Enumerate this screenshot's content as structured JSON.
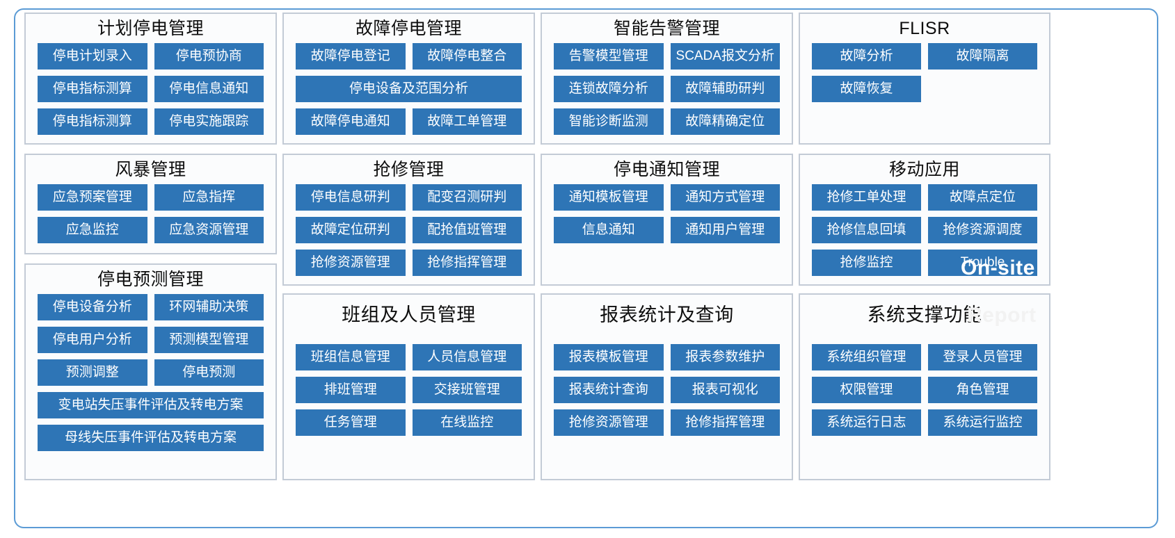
{
  "diagram": {
    "panels": [
      {
        "id": "planned-outage-management",
        "title": "计划停电管理",
        "rows": [
          [
            "停电计划录入",
            "停电预协商"
          ],
          [
            "停电指标测算",
            "停电信息通知"
          ],
          [
            "停电指标测算",
            "停电实施跟踪"
          ]
        ]
      },
      {
        "id": "fault-outage-management",
        "title": "故障停电管理",
        "rows": [
          [
            "故障停电登记",
            "故障停电整合"
          ],
          [
            "停电设备及范围分析"
          ],
          [
            "故障停电通知",
            "故障工单管理"
          ]
        ]
      },
      {
        "id": "intelligent-alarm-management",
        "title": "智能告警管理",
        "rows": [
          [
            "告警模型管理",
            "SCADA报文分析"
          ],
          [
            "连锁故障分析",
            "故障辅助研判"
          ],
          [
            "智能诊断监测",
            "故障精确定位"
          ]
        ]
      },
      {
        "id": "flisr",
        "title": "FLISR",
        "rows": [
          [
            "故障分析",
            "故障隔离"
          ],
          [
            "故障恢复"
          ]
        ]
      },
      {
        "id": "storm-management",
        "title": "风暴管理",
        "rows": [
          [
            "应急预案管理",
            "应急指挥"
          ],
          [
            "应急监控",
            "应急资源管理"
          ]
        ]
      },
      {
        "id": "emergency-repair-management",
        "title": "抢修管理",
        "rows": [
          [
            "停电信息研判",
            "配变召测研判"
          ],
          [
            "故障定位研判",
            "配抢值班管理"
          ],
          [
            "抢修资源管理",
            "抢修指挥管理"
          ]
        ]
      },
      {
        "id": "outage-notification-management",
        "title": "停电通知管理",
        "rows": [
          [
            "通知模板管理",
            "通知方式管理"
          ],
          [
            "信息通知",
            "通知用户管理"
          ]
        ]
      },
      {
        "id": "mobile-application",
        "title": "移动应用",
        "rows": [
          [
            "抢修工单处理",
            "故障点定位"
          ],
          [
            "抢修信息回填",
            "抢修资源调度"
          ],
          [
            "抢修监控",
            "Trouble"
          ]
        ]
      },
      {
        "id": "outage-forecast-management",
        "title": "停电预测管理",
        "rows": [
          [
            "停电设备分析",
            "环网辅助决策"
          ],
          [
            "停电用户分析",
            "预测模型管理"
          ],
          [
            "预测调整",
            "停电预测"
          ],
          [
            "变电站失压事件评估及转电方案"
          ],
          [
            "母线失压事件评估及转电方案"
          ]
        ]
      },
      {
        "id": "team-and-personnel-management",
        "title": "班组及人员管理",
        "rows": [
          [
            "班组信息管理",
            "人员信息管理"
          ],
          [
            "排班管理",
            "交接班管理"
          ],
          [
            "任务管理",
            "在线监控"
          ]
        ]
      },
      {
        "id": "report-statistics-and-query",
        "title": "报表统计及查询",
        "rows": [
          [
            "报表模板管理",
            "报表参数维护"
          ],
          [
            "报表统计查询",
            "报表可视化"
          ],
          [
            "抢修资源管理",
            "抢修指挥管理"
          ]
        ]
      },
      {
        "id": "system-support-functions",
        "title": "系统支撑功能",
        "rows": [
          [
            "系统组织管理",
            "登录人员管理"
          ],
          [
            "权限管理",
            "角色管理"
          ],
          [
            "系统运行日志",
            "系统运行监控"
          ]
        ]
      }
    ],
    "overlays": {
      "on_site": "On-site",
      "report": "Report"
    },
    "colors": {
      "button_fill": "#2e75b6",
      "button_text": "#ffffff",
      "panel_border": "#c3cbd6",
      "panel_background": "#fbfcfd",
      "frame_border": "#5b9bd5",
      "title_text": "#0d0d0d"
    }
  }
}
